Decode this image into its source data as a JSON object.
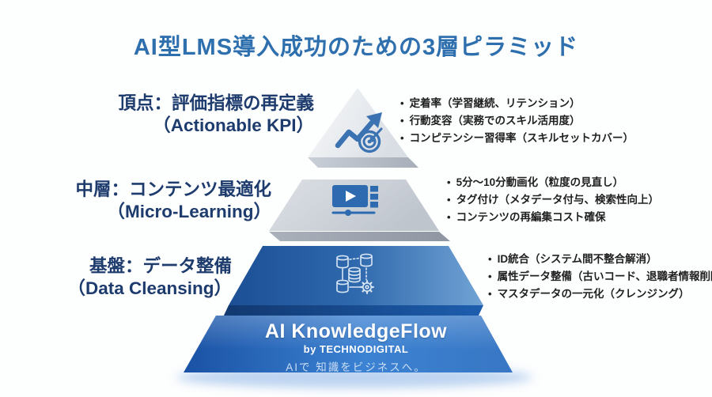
{
  "title": "AI型LMS導入成功のための3層ピラミッド",
  "colors": {
    "title_text": "#2e6fae",
    "label_text": "#1d3b6d",
    "bullet_text": "#1f1f1f",
    "brand_text": "#ffffff",
    "tagline_text": "#cbdff6",
    "pyramid_blue_dark": "#1c4f95",
    "pyramid_blue_light": "#71a3d4",
    "pyramid_gray_light": "#eef0f3",
    "pyramid_gray_mid": "#c6ccd4"
  },
  "layers": [
    {
      "name": "top",
      "label_main": "頂点：評価指標の再定義",
      "label_sub": "（Actionable KPI）",
      "icon": "trend-target-icon",
      "bullets": [
        "定着率（学習継続、リテンション）",
        "行動変容（実務でのスキル活用度）",
        "コンピテンシー習得率（スキルセットカバー）"
      ]
    },
    {
      "name": "middle",
      "label_main": "中層：コンテンツ最適化",
      "label_sub": "（Micro-Learning）",
      "icon": "video-player-icon",
      "bullets": [
        "5分〜10分動画化（粒度の見直し）",
        "タグ付け（メタデータ付与、検索性向上）",
        "コンテンツの再編集コスト確保"
      ]
    },
    {
      "name": "bottom",
      "label_main": "基盤：データ整備",
      "label_sub": "（Data Cleansing）",
      "icon": "database-network-icon",
      "bullets": [
        "ID統合（システム間不整合解消）",
        "属性データ整備（古いコード、退職者情報削除）",
        "マスタデータの一元化（クレンジング）"
      ]
    }
  ],
  "footer": {
    "brand": "AI KnowledgeFlow",
    "byline": "by TECHNODIGITAL",
    "tagline": "AIで 知識をビジネスへ。"
  }
}
